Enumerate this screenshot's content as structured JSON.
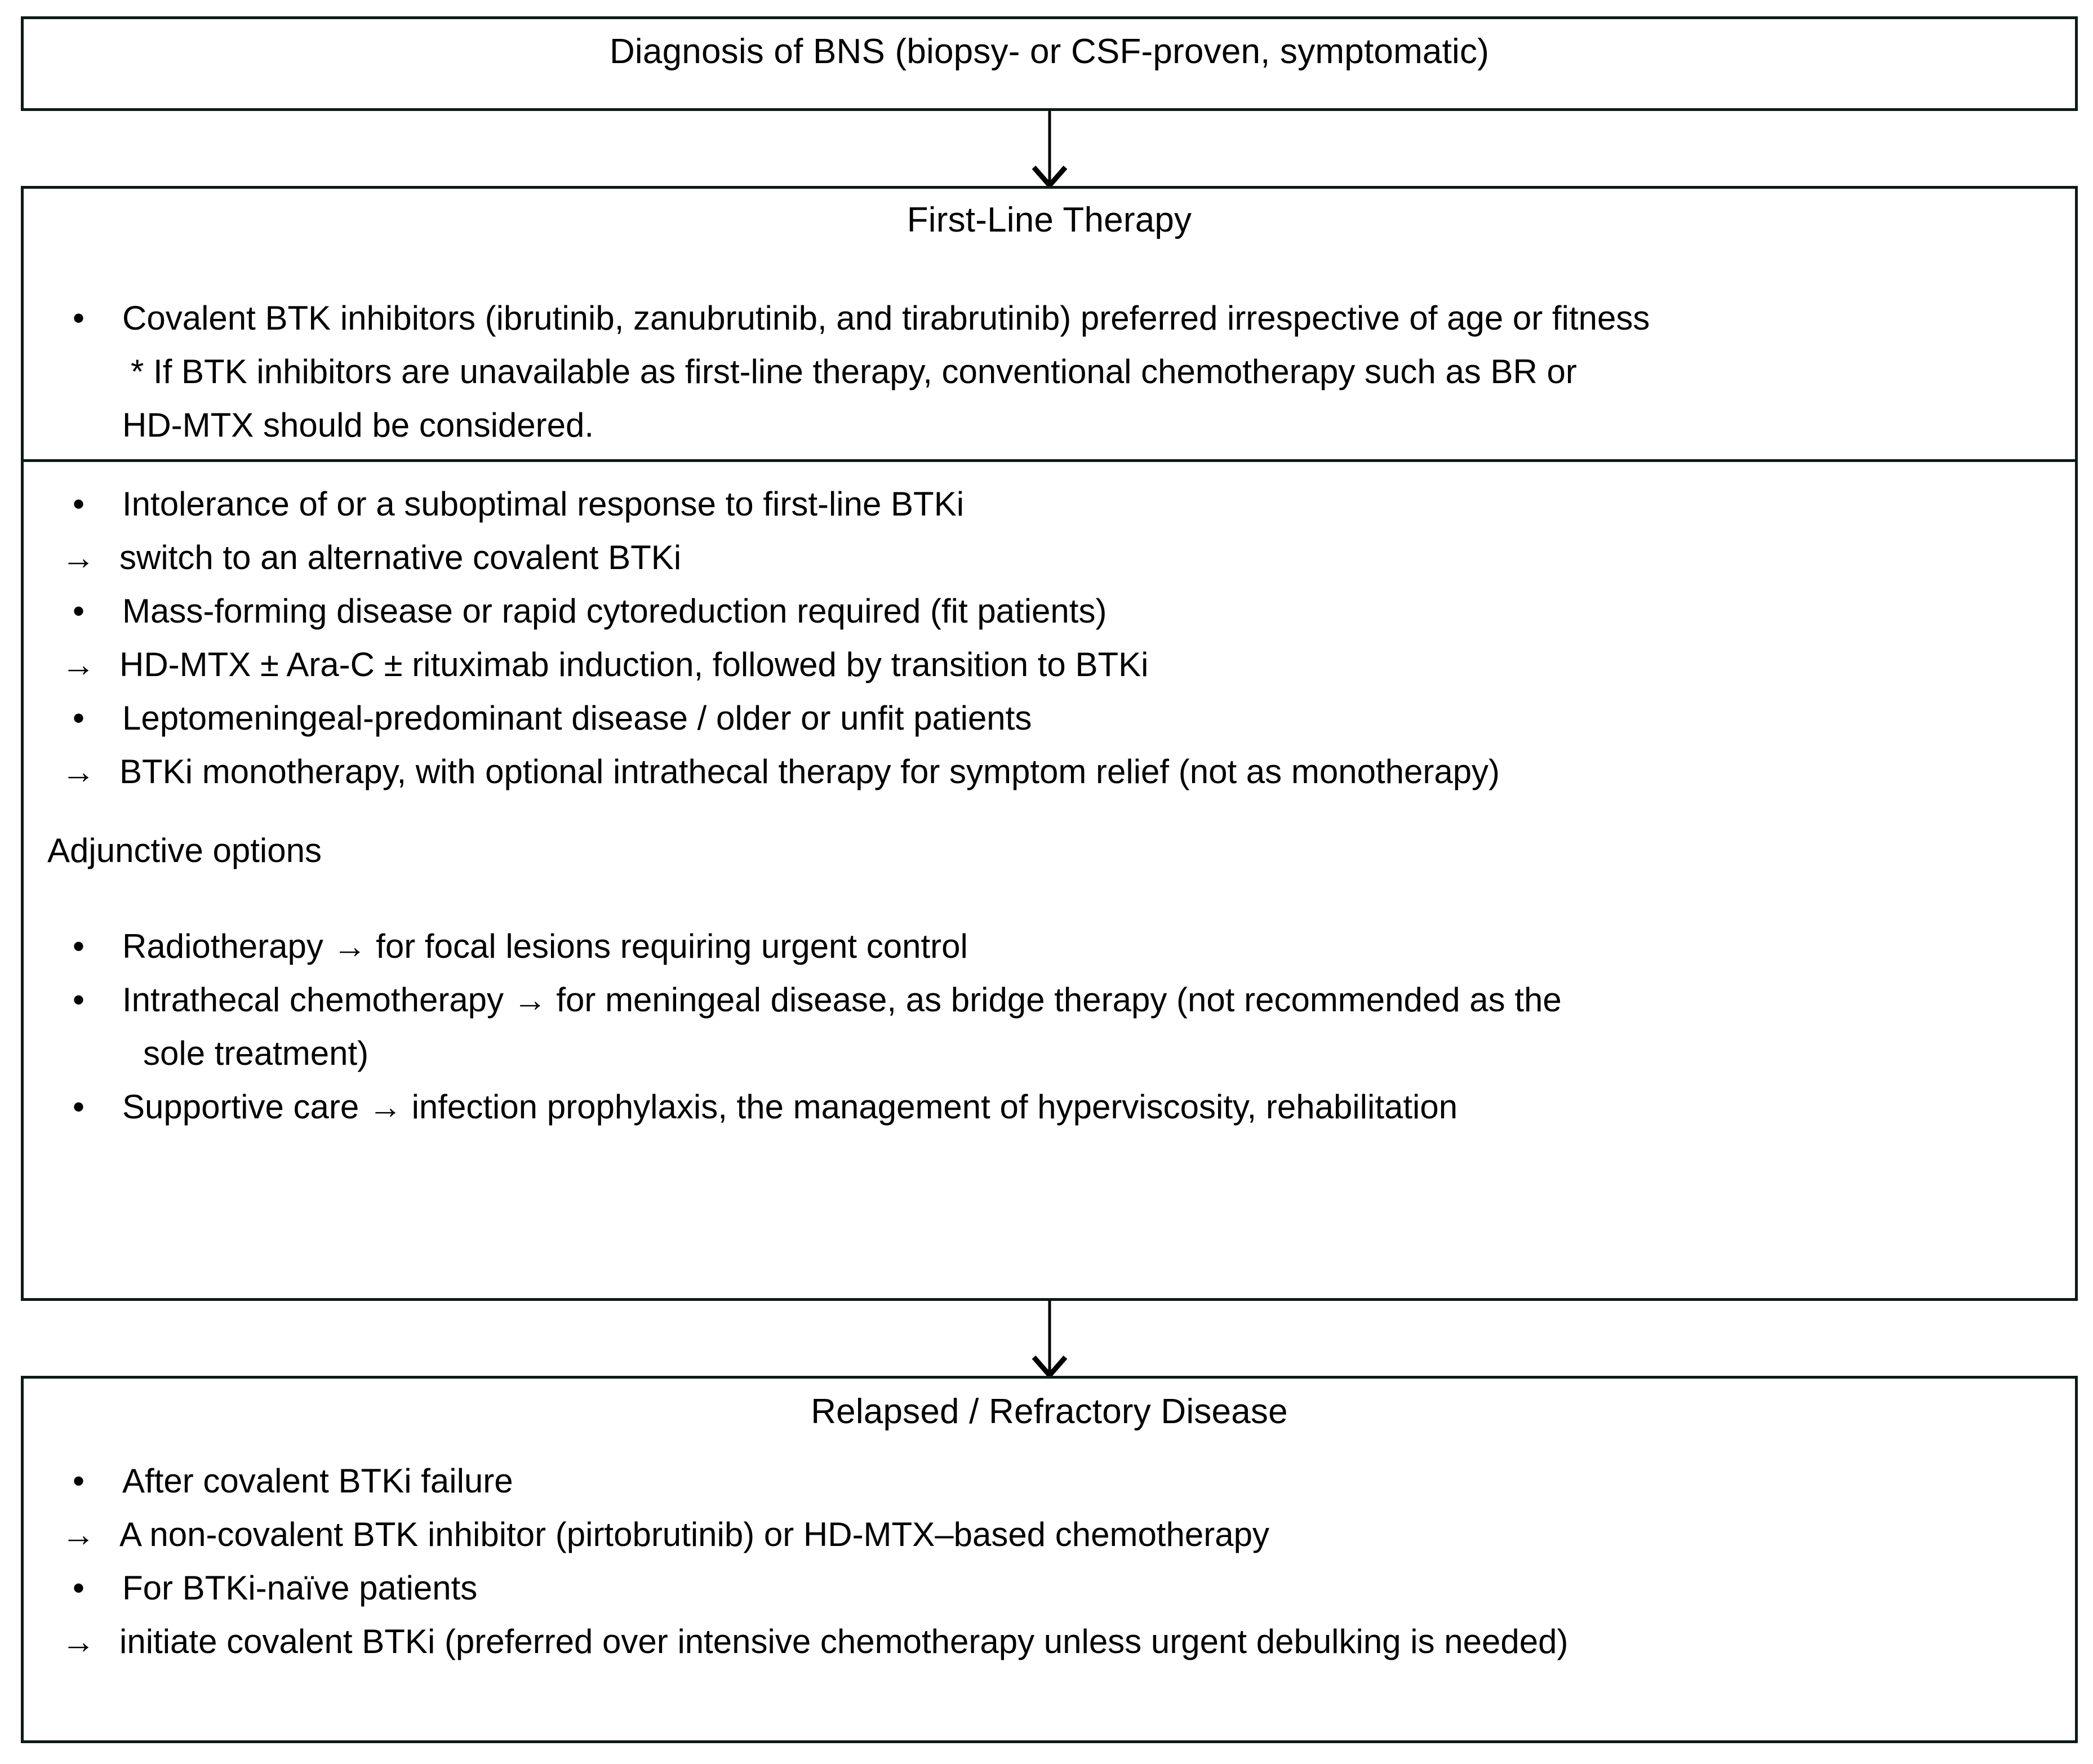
{
  "diagram": {
    "type": "flowchart",
    "title": "BNS treatment algorithm",
    "nodes": {
      "diagnosis": {
        "title": "Diagnosis of BNS (biopsy- or CSF-proven, symptomatic)"
      },
      "first_line": {
        "title": "First-Line Therapy",
        "lines": [
          {
            "kind": "bullet",
            "text": "Covalent BTK inhibitors (ibrutinib, zanubrutinib, and tirabrutinib) preferred irrespective of age or fitness"
          },
          {
            "kind": "star",
            "text": "* If BTK inhibitors are unavailable as first-line therapy, conventional chemotherapy such as BR or"
          },
          {
            "kind": "cont",
            "text": "HD-MTX should be considered."
          }
        ]
      },
      "second_section": {
        "lines": [
          {
            "kind": "bullet",
            "text": "Intolerance of or a suboptimal response to first-line BTKi"
          },
          {
            "kind": "arrow",
            "text": "switch to an alternative covalent BTKi"
          },
          {
            "kind": "bullet",
            "text": "Mass-forming disease or rapid cytoreduction required (fit patients)"
          },
          {
            "kind": "arrow",
            "text": "HD-MTX ± Ara-C ± rituximab induction, followed by transition to BTKi"
          },
          {
            "kind": "bullet",
            "text": "Leptomeningeal-predominant disease / older or unfit patients"
          },
          {
            "kind": "arrow",
            "text": "BTKi monotherapy, with optional intrathecal therapy for symptom relief (not as monotherapy)"
          }
        ]
      },
      "adjunctive": {
        "heading": "Adjunctive options",
        "lines": [
          {
            "kind": "bullet",
            "text": "Radiotherapy → for focal lesions requiring urgent control"
          },
          {
            "kind": "bullet",
            "text": "Intrathecal chemotherapy → for meningeal disease, as bridge therapy (not recommended as the"
          },
          {
            "kind": "wrap2",
            "text": "sole treatment)"
          },
          {
            "kind": "bullet",
            "text": "Supportive care → infection prophylaxis, the management of hyperviscosity, rehabilitation"
          }
        ]
      },
      "relapsed": {
        "title": "Relapsed / Refractory Disease",
        "lines": [
          {
            "kind": "bullet",
            "text": "After covalent BTKi failure"
          },
          {
            "kind": "arrow",
            "text": "A non-covalent BTK inhibitor (pirtobrutinib) or HD-MTX–based chemotherapy"
          },
          {
            "kind": "bullet",
            "text": "For BTKi-naïve patients"
          },
          {
            "kind": "arrow",
            "text": "initiate covalent BTKi (preferred over intensive chemotherapy unless urgent debulking is needed)"
          }
        ]
      }
    },
    "connectors": [
      {
        "from": "diagnosis",
        "to": "first_line",
        "glyph": "down-arrow"
      },
      {
        "from": "first_line",
        "to": "relapsed",
        "glyph": "down-arrow"
      }
    ],
    "colors": {
      "border": "#0d1a17",
      "text": "#000000",
      "background": "#ffffff"
    }
  }
}
